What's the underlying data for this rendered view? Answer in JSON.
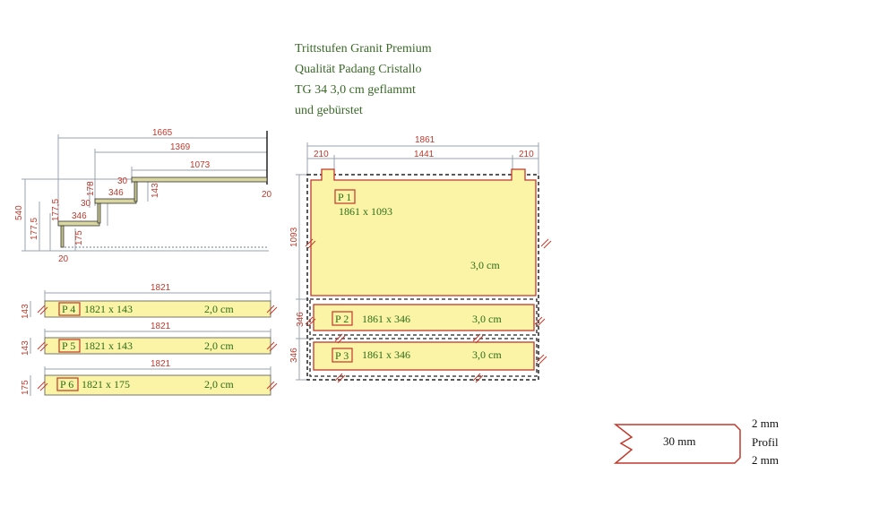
{
  "title": {
    "line1": "Trittstufen Granit Premium",
    "line2": "Qualität Padang Cristallo",
    "line3": "TG 34 3,0 cm geflammt",
    "line4": "und gebürstet"
  },
  "stair_side": {
    "dim_1665": "1665",
    "dim_1369": "1369",
    "dim_1073": "1073",
    "dim_540": "540",
    "dim_178": "178",
    "dim_177_5_a": "177,5",
    "dim_177_5_b": "177,5",
    "dim_175": "175",
    "dim_143": "143",
    "dim_346_a": "346",
    "dim_346_b": "346",
    "dim_30_a": "30",
    "dim_30_b": "30",
    "dim_20_a": "20",
    "dim_20_b": "20"
  },
  "small_panels": [
    {
      "id": "P 4",
      "dims": "1821 x 143",
      "thickness": "2,0 cm",
      "width_label": "1821",
      "height_label": "143"
    },
    {
      "id": "P 5",
      "dims": "1821 x 143",
      "thickness": "2,0 cm",
      "width_label": "1821",
      "height_label": "143"
    },
    {
      "id": "P 6",
      "dims": "1821 x 175",
      "thickness": "2,0 cm",
      "width_label": "1821",
      "height_label": "175"
    }
  ],
  "main_plan": {
    "overall_width": "1861",
    "left_margin": "210",
    "middle_width": "1441",
    "right_margin": "210",
    "left_notch": "85",
    "right_notch": "85",
    "p1_height": "1093",
    "p2_height": "346",
    "p3_height": "346",
    "p1": {
      "id": "P 1",
      "dims": "1861 x 1093",
      "thickness": "3,0 cm"
    },
    "p2": {
      "id": "P 2",
      "dims": "1861 x 346",
      "thickness": "3,0 cm"
    },
    "p3": {
      "id": "P 3",
      "dims": "1861 x 346",
      "thickness": "3,0 cm"
    }
  },
  "profile": {
    "thickness": "30 mm",
    "top": "2 mm",
    "label": "Profil",
    "bottom": "2 mm"
  },
  "colors": {
    "panel_fill": "#fbf3a6",
    "red": "#c0392b",
    "green": "#3a6b28",
    "dim_line": "#9aa3b0"
  }
}
